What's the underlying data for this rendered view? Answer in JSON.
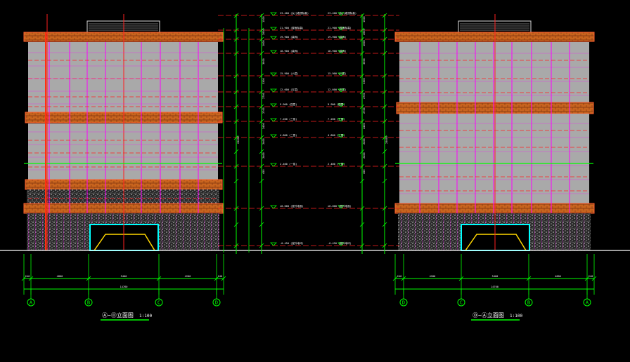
{
  "drawing": {
    "left_elevation": {
      "axis_labels": [
        "A",
        "B",
        "C",
        "D"
      ],
      "title": "Ⓐ~Ⓓ立面图",
      "scale": "1:100",
      "dims_row1": [
        "240",
        "4800",
        "5400",
        "4200",
        "240"
      ],
      "dims_total": "14760"
    },
    "right_elevation": {
      "axis_labels": [
        "D",
        "C",
        "B",
        "A"
      ],
      "title": "Ⓓ~Ⓐ立面图",
      "scale": "1:100",
      "dims_row1": [
        "240",
        "4200",
        "5400",
        "4800",
        "240"
      ],
      "dims_total": "14760"
    },
    "level_labels_left": [
      "23.400 (女儿墙顶标高)",
      "21.900 (屋面标高)",
      "19.900 (装饰)",
      "18.900 (装饰)",
      "15.900 (六层)",
      "12.600 (五层)",
      "9.900 (四层)",
      "7.200 (三层)",
      "4.800 (二层)",
      "2.400 (一层)",
      "±0.000 (室外地面)",
      "-0.450 (室外地坪)"
    ],
    "level_labels_right": [
      "23.400 (女儿墙顶标高)",
      "21.900 (屋面标高)",
      "19.900 (装饰)",
      "18.900 (装饰)",
      "15.900 (六层)",
      "12.600 (五层)",
      "9.900 (四层)",
      "7.200 (三层)",
      "4.800 (二层)",
      "2.400 (一层)",
      "±0.000 (室外地面)",
      "-0.450 (室外地坪)"
    ],
    "storey_dims": [
      "1500",
      "2000",
      "1000",
      "3000",
      "3300",
      "2700",
      "2700",
      "2400",
      "2400",
      "2400",
      "450"
    ],
    "total_height_dim": "23850",
    "colors": {
      "background": "#000000",
      "glass": "#a9a9a9",
      "mullion": "#ff00ff",
      "grid_red": "#ff2020",
      "dimension": "#00ff00",
      "band": "#d2691e",
      "band_dark": "#8b3a1a",
      "garage_frame": "#00ffff",
      "garage_door": "#ffd700",
      "text": "#ffffff"
    }
  }
}
